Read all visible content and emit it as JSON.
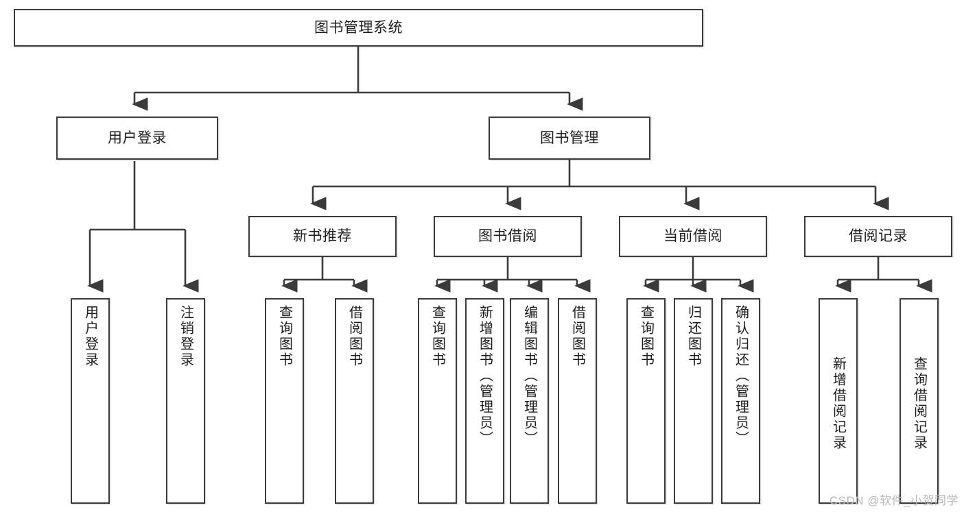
{
  "diagram": {
    "title": "图书管理系统",
    "type": "hierarchy-tree",
    "root": {
      "label": "图书管理系统"
    },
    "level1": [
      {
        "label": "用户登录"
      },
      {
        "label": "图书管理"
      }
    ],
    "level2": [
      {
        "label": "新书推荐"
      },
      {
        "label": "图书借阅"
      },
      {
        "label": "当前借阅"
      },
      {
        "label": "借阅记录"
      }
    ],
    "leaves": {
      "user_login": [
        {
          "label": "用户登录"
        },
        {
          "label": "注销登录"
        }
      ],
      "new_book_recommend": [
        {
          "label": "查询图书"
        },
        {
          "label": "借阅图书"
        }
      ],
      "book_borrow": [
        {
          "label": "查询图书"
        },
        {
          "label": "新增图书（管理员）"
        },
        {
          "label": "编辑图书（管理员）"
        },
        {
          "label": "借阅图书"
        }
      ],
      "current_borrow": [
        {
          "label": "查询图书"
        },
        {
          "label": "归还图书"
        },
        {
          "label": "确认归还（管理员）"
        }
      ],
      "borrow_record": [
        {
          "label": "新增借阅记录"
        },
        {
          "label": "查询借阅记录"
        }
      ]
    }
  },
  "watermark": {
    "text": "CSDN @软件_小贺同学"
  },
  "colors": {
    "stroke": "#3b3b3b",
    "background": "#ffffff",
    "text": "#1d1d1d",
    "watermark": "#b9b9b9"
  }
}
